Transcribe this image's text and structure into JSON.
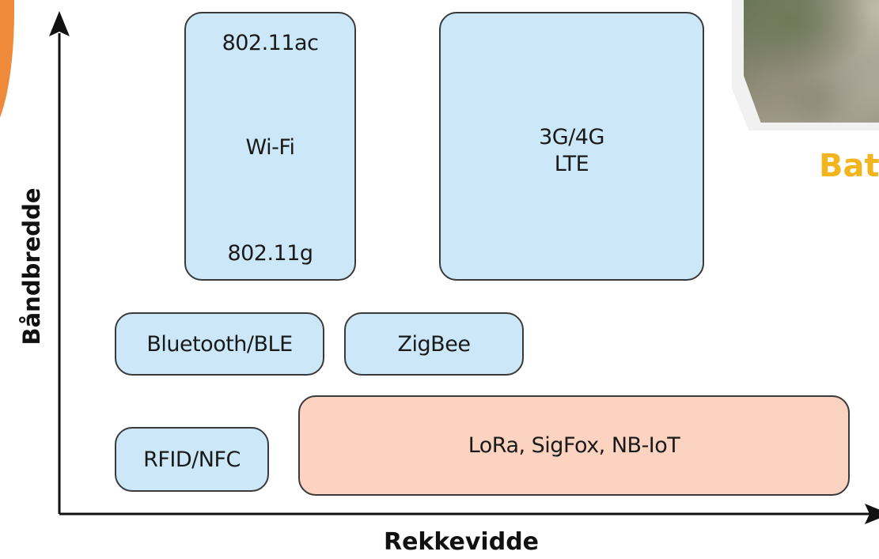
{
  "axes": {
    "y_label": "Båndbredde",
    "x_label": "Rekkevidde"
  },
  "boxes": {
    "wifi": {
      "top": "802.11ac",
      "middle": "Wi-Fi",
      "bottom": "802.11g"
    },
    "cellular": {
      "line1": "3G/4G",
      "line2": "LTE"
    },
    "bluetooth": {
      "label": "Bluetooth/BLE"
    },
    "zigbee": {
      "label": "ZigBee"
    },
    "rfid": {
      "label": "RFID/NFC"
    },
    "lpwan": {
      "label": "LoRa, SigFox, NB-IoT"
    }
  },
  "side_panel": {
    "caption": "Bat"
  },
  "colors": {
    "box_blue": "#cce8f8",
    "box_orange": "#fbd3c0",
    "caption_yellow": "#f2b51e",
    "slide_accent": "#ef8a3a"
  }
}
